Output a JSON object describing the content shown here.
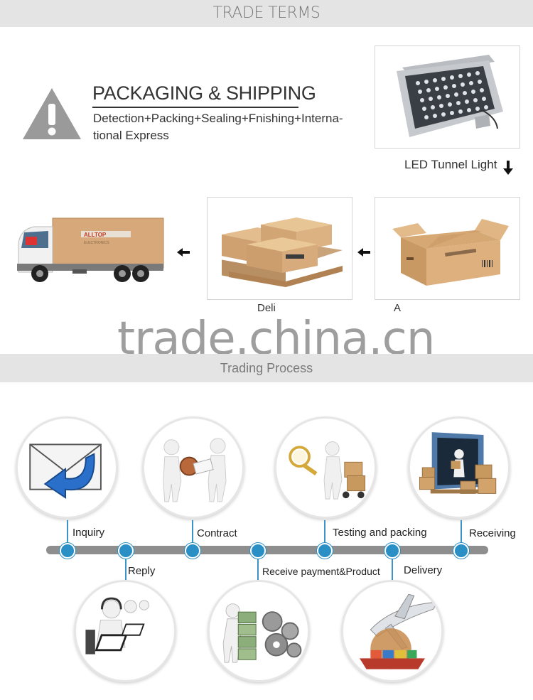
{
  "header": {
    "title": "TRADE TERMS"
  },
  "packaging": {
    "title": "PACKAGING & SHIPPING",
    "description": "Detection+Packing+Sealing+Fnishing+Interna-tional Express"
  },
  "product": {
    "label": "LED Tunnel Light"
  },
  "flow_captions": {
    "pallet": "Deli",
    "carton": "A"
  },
  "truck_brand": {
    "name": "ALLTOP",
    "sub": "ELECTRONICS"
  },
  "watermark": "trade.china.cn",
  "process": {
    "title": "Trading Process",
    "steps_top": [
      "Inquiry",
      "Contract",
      "Testing and packing",
      "Receiving"
    ],
    "steps_bottom": [
      "Reply",
      "Receive payment&Product",
      "Delivery"
    ]
  },
  "colors": {
    "accent": "#2a8fc4",
    "band": "#e4e4e4",
    "timeline": "#8e8e8e"
  }
}
